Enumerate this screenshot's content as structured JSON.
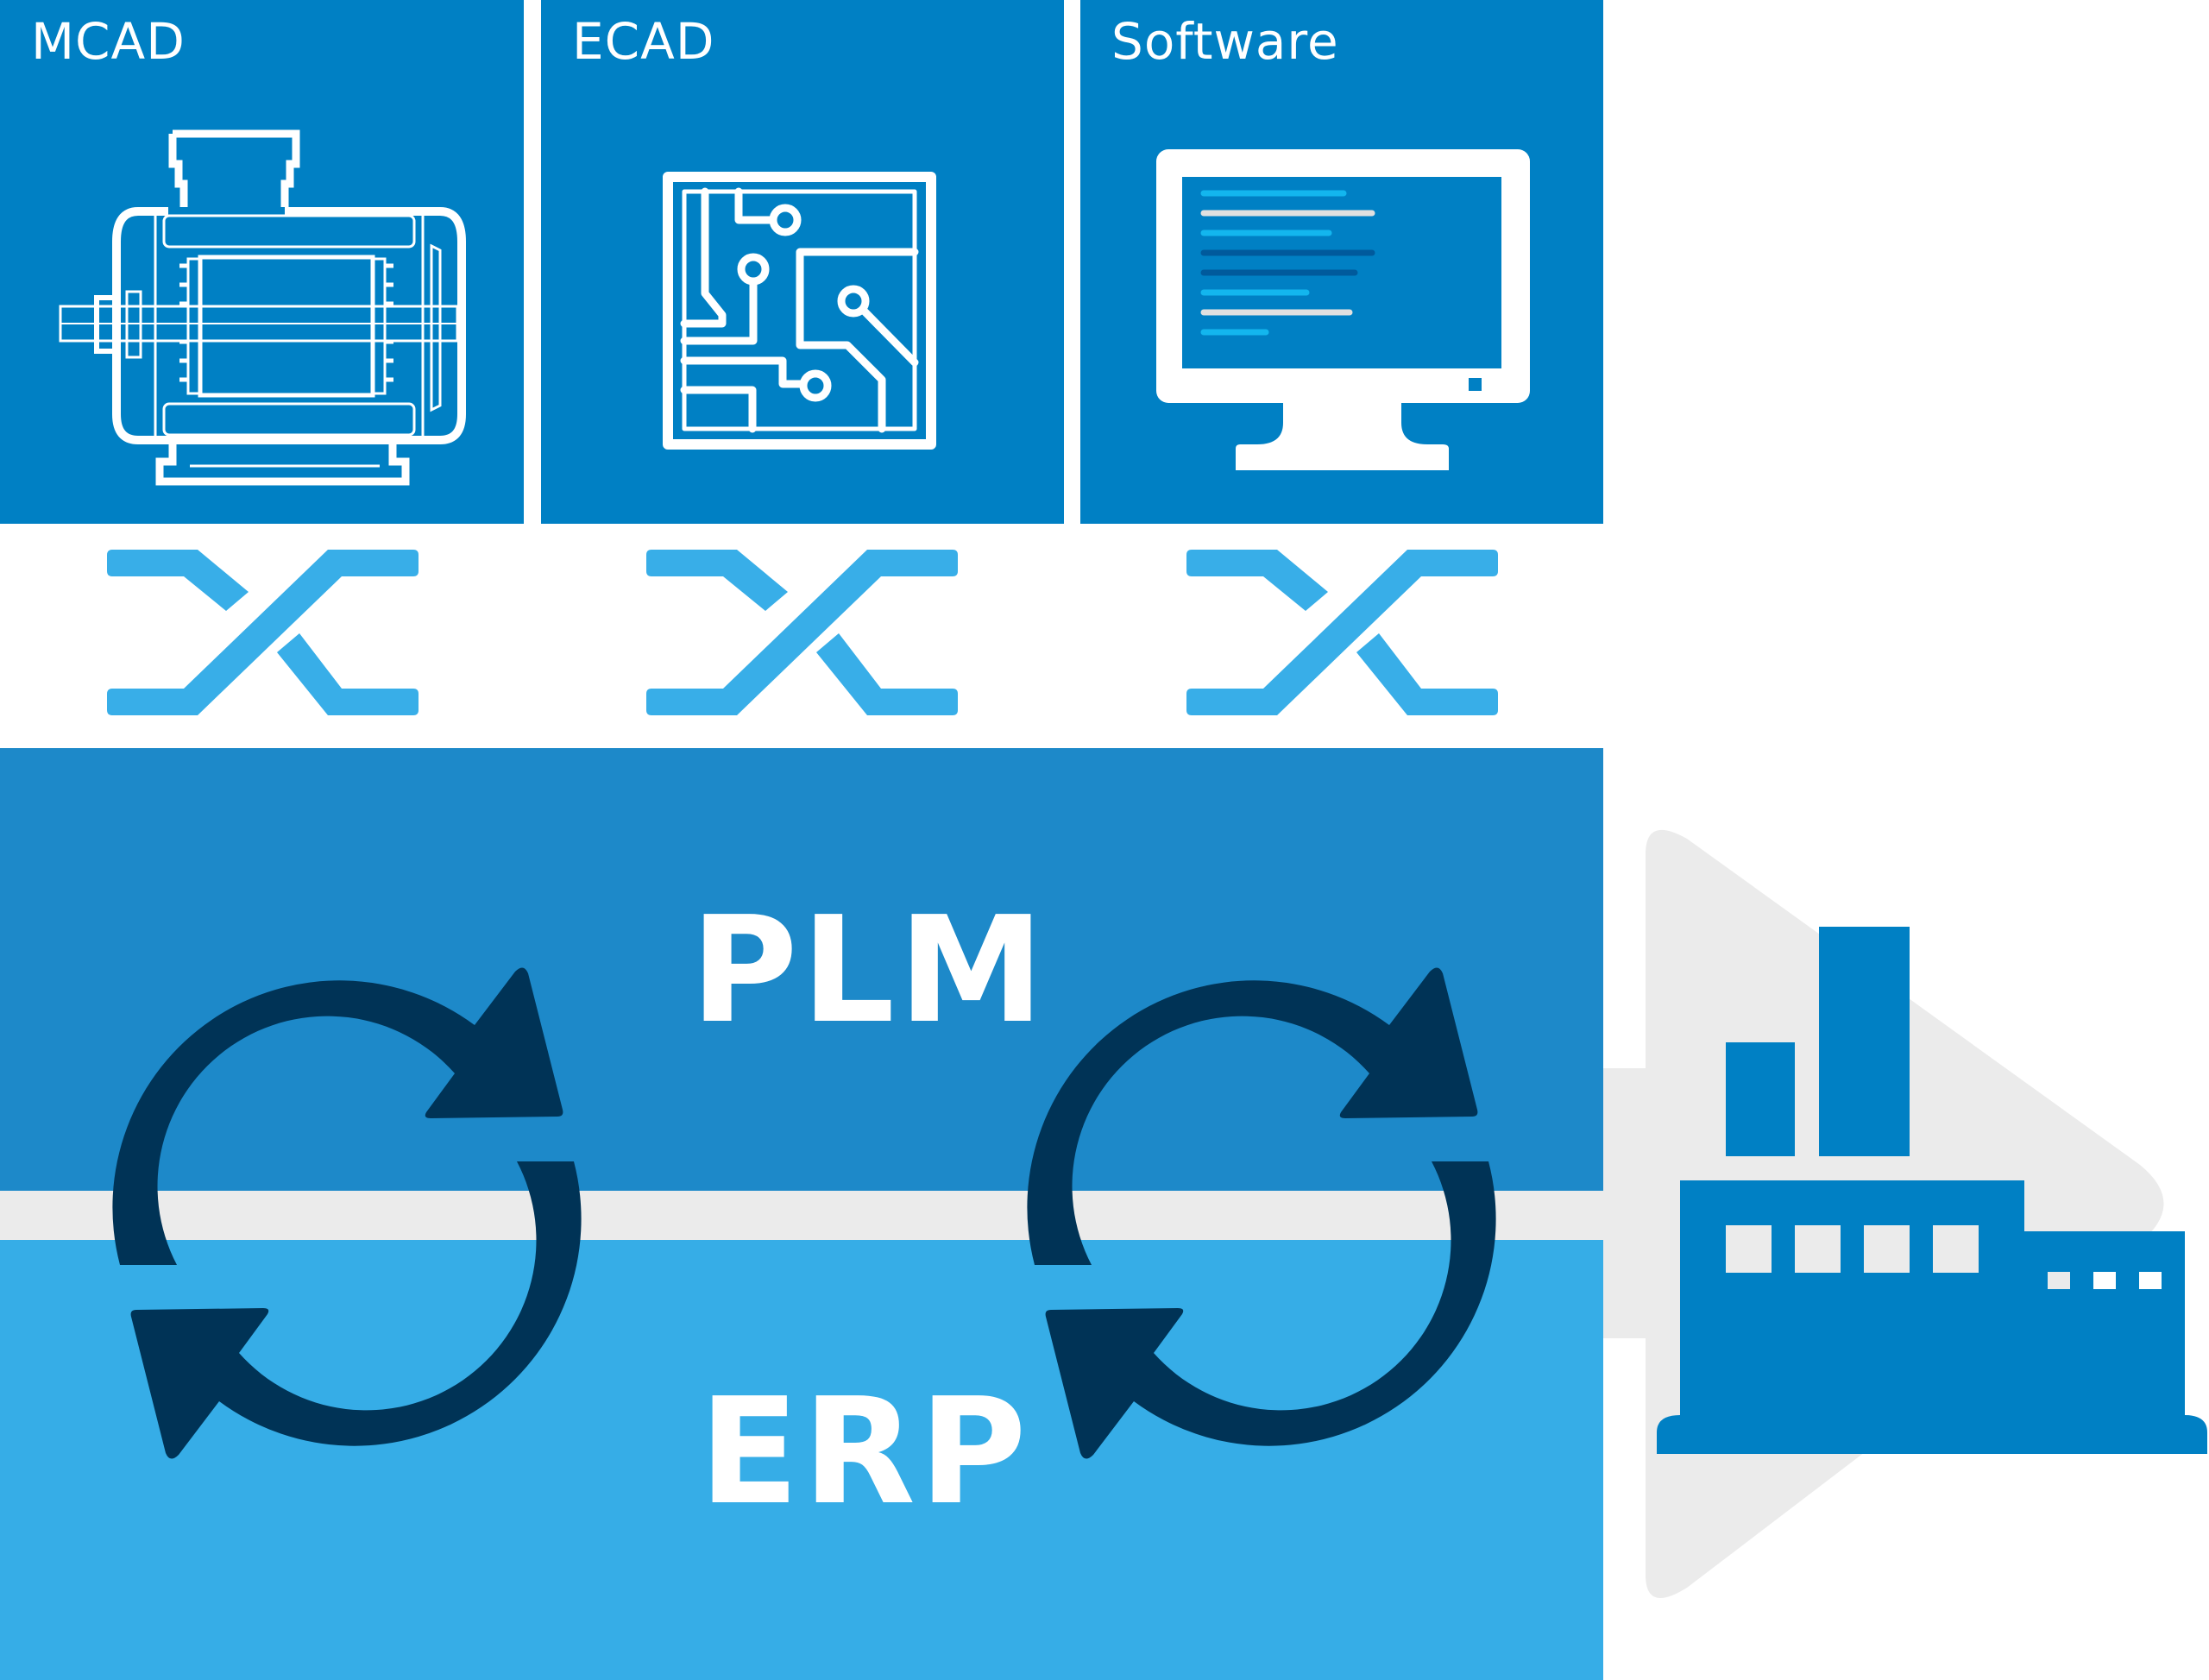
{
  "diagram": {
    "title": "CAD to PLM/ERP integration with manufacturing",
    "colors": {
      "panel_blue": "#0080C4",
      "crossover_blue": "#38AEE8",
      "plm_band": "#1D89C9",
      "erp_band": "#36ADE7",
      "connector_grey": "#EBEBEB",
      "sync_arrow_navy": "#003356",
      "white": "#FFFFFF"
    },
    "panels": [
      {
        "label": "MCAD",
        "icon": "electric-motor-icon"
      },
      {
        "label": "ECAD",
        "icon": "circuit-board-icon"
      },
      {
        "label": "Software",
        "icon": "computer-monitor-icon"
      }
    ],
    "connectors": [
      {
        "from": "MCAD",
        "to": "PLM",
        "icon": "crossover-arrows-icon"
      },
      {
        "from": "ECAD",
        "to": "PLM",
        "icon": "crossover-arrows-icon"
      },
      {
        "from": "Software",
        "to": "PLM",
        "icon": "crossover-arrows-icon"
      }
    ],
    "layers": {
      "plm": {
        "label": "PLM"
      },
      "erp": {
        "label": "ERP"
      }
    },
    "sync": [
      {
        "between": [
          "PLM",
          "ERP"
        ],
        "icon": "sync-arrows-icon"
      },
      {
        "between": [
          "PLM",
          "ERP"
        ],
        "icon": "sync-arrows-icon"
      }
    ],
    "target": {
      "icon": "factory-icon",
      "meaning": "manufacturing"
    }
  }
}
